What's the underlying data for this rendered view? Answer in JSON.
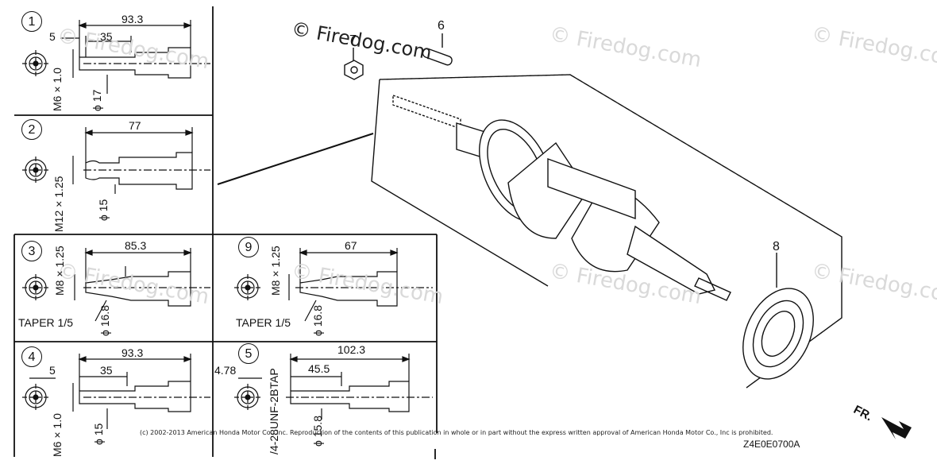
{
  "watermarks": {
    "main": "© Firedog.com",
    "faint": "© Firedog.com",
    "faint_partial": "© Firedog.com",
    "faint_cut": "© Firedog.co"
  },
  "callouts": {
    "c1": "1",
    "c2": "2",
    "c3": "3",
    "c4": "4",
    "c5": "5",
    "c9": "9",
    "p6": "6",
    "p7": "7",
    "p8": "8"
  },
  "dims": {
    "d1_overall": "93.3",
    "d1_a": "5",
    "d1_b": "35",
    "d1_thread": "M6 × 1.0",
    "d1_dia": "ϕ 17",
    "d2_overall": "77",
    "d2_thread": "M12 × 1.25",
    "d2_dia": "ϕ 15",
    "d3_overall": "85.3",
    "d3_thread": "M8 × 1.25",
    "d3_taper": "TAPER 1/5",
    "d3_dia": "ϕ 16.8",
    "d9_overall": "67",
    "d9_thread": "M8 × 1.25",
    "d9_taper": "TAPER 1/5",
    "d9_dia": "ϕ 16.8",
    "d4_overall": "93.3",
    "d4_a": "5",
    "d4_b": "35",
    "d4_thread": "M6 × 1.0",
    "d4_dia": "ϕ 15",
    "d5_overall": "102.3",
    "d5_a": "4.78",
    "d5_b": "45.5",
    "d5_thread": "/4-28UNF-2BTAP",
    "d5_dia": "ϕ 15.8"
  },
  "footer": {
    "copyright": "(c) 2002-2013 American Honda Motor Co., Inc. Reproduction of the contents of this publication in whole or in part without the express written approval of American Honda Motor Co., Inc is prohibited.",
    "diagram_code": "Z4E0E0700A",
    "direction": "FR."
  }
}
